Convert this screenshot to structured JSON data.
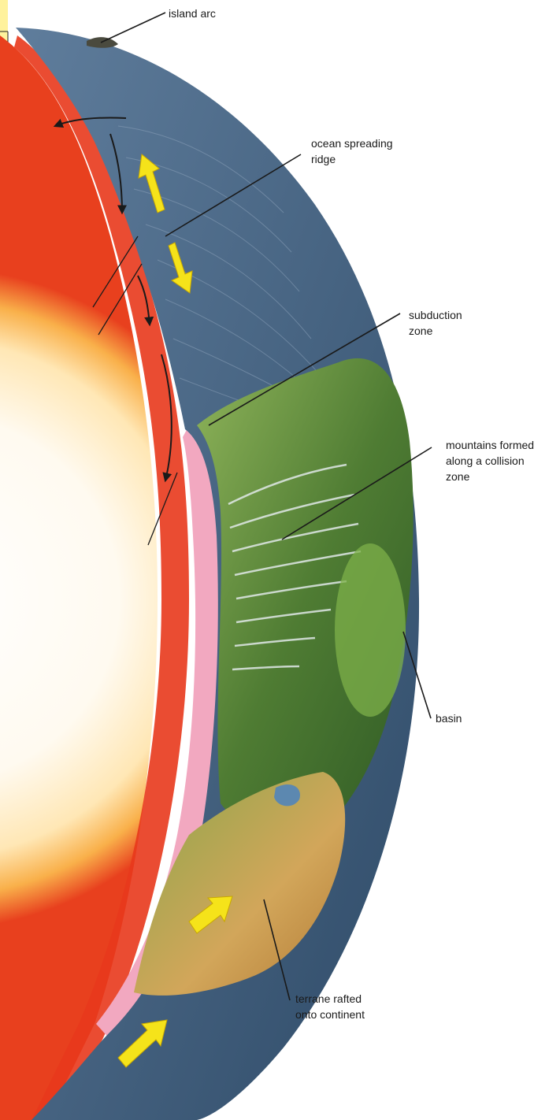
{
  "labels": {
    "island_arc": "island arc",
    "ocean_spreading_ridge": [
      "ocean spreading",
      "ridge"
    ],
    "subduction_zone": [
      "subduction",
      "zone"
    ],
    "mountains": [
      "mountains formed",
      "along a collision",
      "zone"
    ],
    "basin": "basin",
    "terrane": [
      "terrane rafted",
      "onto continent"
    ]
  },
  "colors": {
    "ocean": "#4a6a8c",
    "ocean_dark": "#2f4b68",
    "land_green": "#6f9a45",
    "land_dark_green": "#3f6a2c",
    "land_tan": "#c9a055",
    "crust_pink": "#f2a8c0",
    "mantle_red": "#e8381c",
    "mantle_orange": "#f7a23a",
    "core_glow": "#fff4dc",
    "arrow_yellow": "#f5e31a",
    "frame_yellow": "#ffe84a"
  },
  "icons": [
    "plate-motion-arrow-icon",
    "convection-arrow-icon"
  ]
}
